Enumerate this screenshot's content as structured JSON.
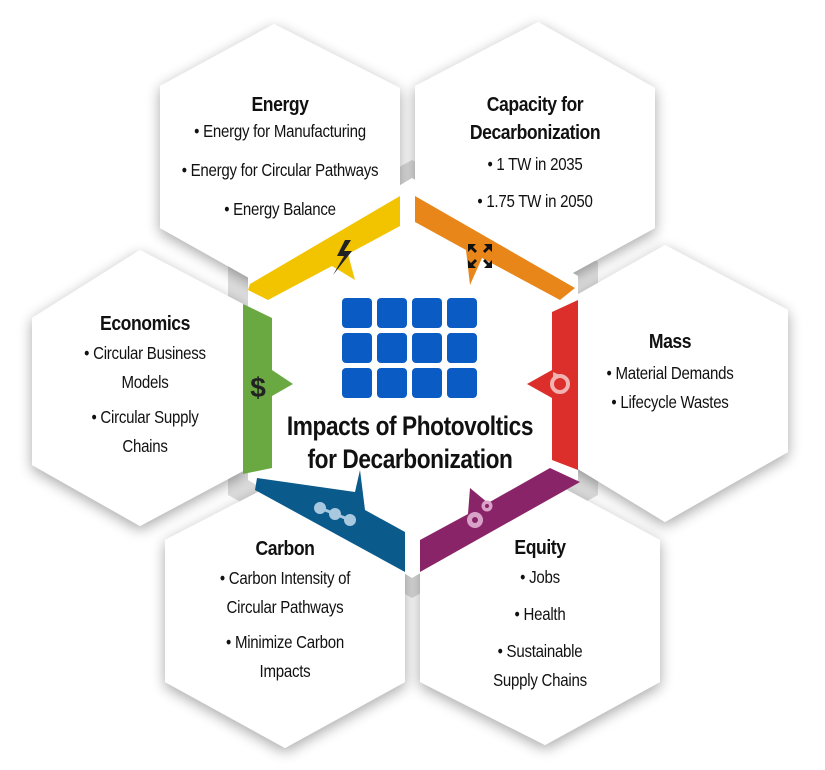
{
  "center": {
    "title_line1": "Impacts of Photovoltics",
    "title_line2": "for Decarbonization",
    "icon": "solar-panel-icon",
    "panel_color": "#0a5cc4"
  },
  "segments": [
    {
      "id": "energy",
      "title": "Energy",
      "items": [
        "• Energy for Manufacturing",
        "• Energy for Circular Pathways",
        "• Energy Balance"
      ],
      "icon": "lightning-bolt-icon",
      "color": "#f2c400"
    },
    {
      "id": "capacity",
      "title_line1": "Capacity for",
      "title_line2": "Decarbonization",
      "items": [
        "• 1 TW in 2035",
        "• 1.75 TW in 2050"
      ],
      "icon": "expand-arrows-icon",
      "color": "#e8861a"
    },
    {
      "id": "mass",
      "title": "Mass",
      "items": [
        "• Material Demands",
        "• Lifecycle Wastes"
      ],
      "icon": "refresh-cycle-icon",
      "color": "#dc2e2b"
    },
    {
      "id": "equity",
      "title": "Equity",
      "items": [
        "• Jobs",
        "• Health",
        "• Sustainable",
        "Supply Chains"
      ],
      "icon": "gears-icon",
      "color": "#8a2468"
    },
    {
      "id": "carbon",
      "title": "Carbon",
      "items": [
        "• Carbon Intensity of",
        "Circular Pathways",
        "• Minimize Carbon",
        "Impacts"
      ],
      "icon": "molecule-chain-icon",
      "color": "#0a5a8c"
    },
    {
      "id": "economics",
      "title": "Economics",
      "items": [
        "• Circular Business",
        "Models",
        "• Circular Supply",
        "Chains"
      ],
      "icon": "dollar-sign-icon",
      "color": "#6aa842"
    }
  ]
}
